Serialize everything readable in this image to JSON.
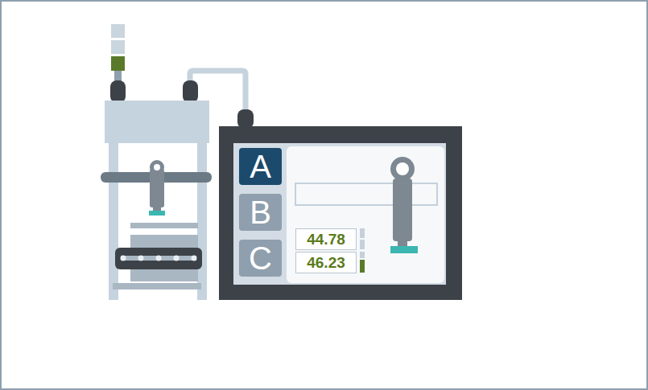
{
  "diagram": {
    "nodes": [
      {
        "text": [
          "A"
        ]
      },
      {
        "text": [
          "B"
        ]
      },
      {
        "text": [
          "C"
        ]
      },
      {
        "text": [
          "44.78"
        ]
      },
      {
        "text": [
          "46.23"
        ]
      }
    ]
  }
}
